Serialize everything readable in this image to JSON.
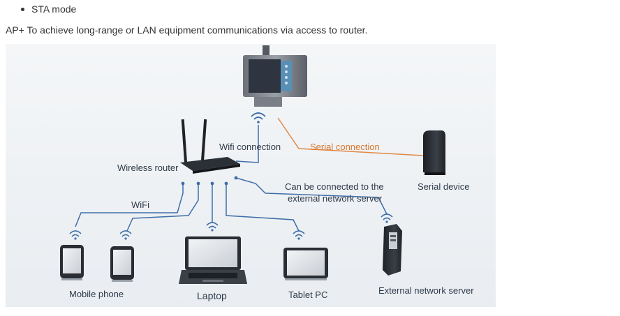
{
  "list": {
    "item": "STA mode"
  },
  "description": "AP+ To achieve long-range or LAN equipment communications via access to router.",
  "diagram": {
    "labels": {
      "wireless_router": "Wireless router",
      "wifi_connection": "Wifi connection",
      "serial_connection": "Serial connection",
      "serial_device": "Serial device",
      "wifi": "WiFi",
      "external_line1": "Can be connected to the",
      "external_line2": "external network server",
      "mobile_phone": "Mobile phone",
      "laptop": "Laptop",
      "tablet_pc": "Tablet PC",
      "external_network_server": "External network server"
    },
    "colors": {
      "wire_blue": "#3f6ea8",
      "wire_orange": "#e08a45",
      "device_dark": "#2b2f36",
      "label_text": "#2f3b4a",
      "label_orange": "#d9772e"
    }
  }
}
